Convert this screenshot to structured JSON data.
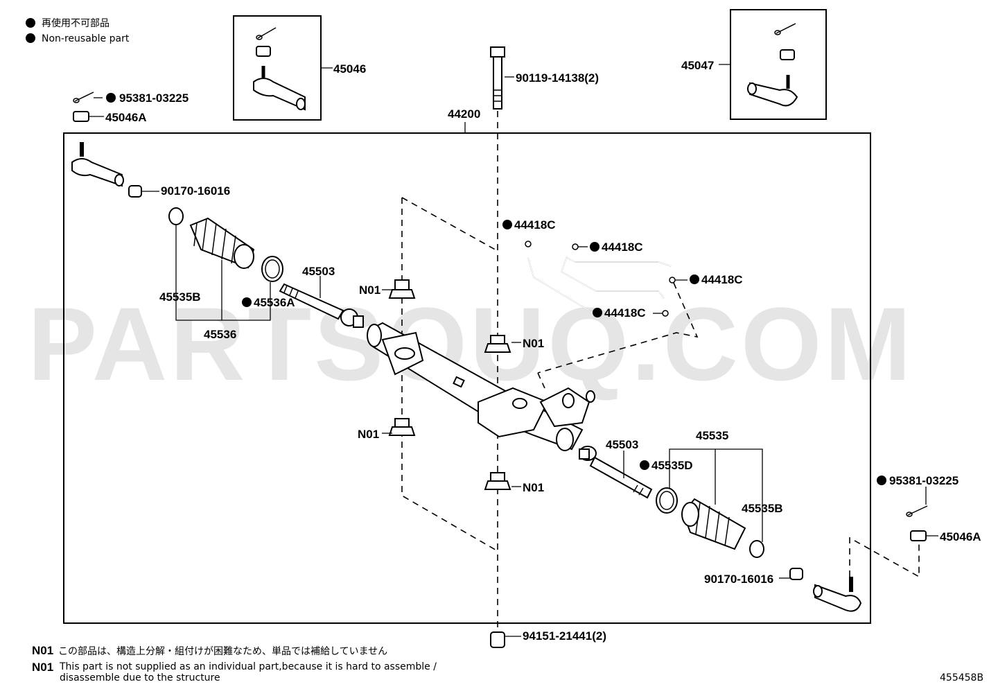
{
  "legend": {
    "jp": "再使用不可部品",
    "en": "Non-reusable part"
  },
  "watermark": "PARTSOUQ.COM",
  "figure_code": "455458B",
  "notes": [
    {
      "code": "N01",
      "text": "この部品は、構造上分解・組付けが困難なため、単品では補給していません"
    },
    {
      "code": "N01",
      "text": "This part is not supplied as an individual part,because it is hard to assemble /"
    },
    {
      "code": "",
      "text": "disassemble due to the structure"
    }
  ],
  "labels": {
    "p45046": "45046",
    "p45047": "45047",
    "p44200": "44200",
    "bolt_top": "90119-14138(2)",
    "pin_left": "95381-03225",
    "nut_left": "45046A",
    "nut_9017_left": "90170-16016",
    "clamp_l": "45535B",
    "boot_l": "45536",
    "clamp_l2": "45536A",
    "rod_l": "45503",
    "n01_a": "N01",
    "n01_b": "N01",
    "n01_c": "N01",
    "n01_d": "N01",
    "o1": "44418C",
    "o2": "44418C",
    "o3": "44418C",
    "o4": "44418C",
    "rod_r": "45503",
    "boot_r": "45535",
    "clamp_r": "45535D",
    "clamp_r2": "45535B",
    "pin_right": "95381-03225",
    "nut_right": "45046A",
    "nut_9017_right": "90170-16016",
    "bolt_bottom": "94151-21441(2)"
  }
}
